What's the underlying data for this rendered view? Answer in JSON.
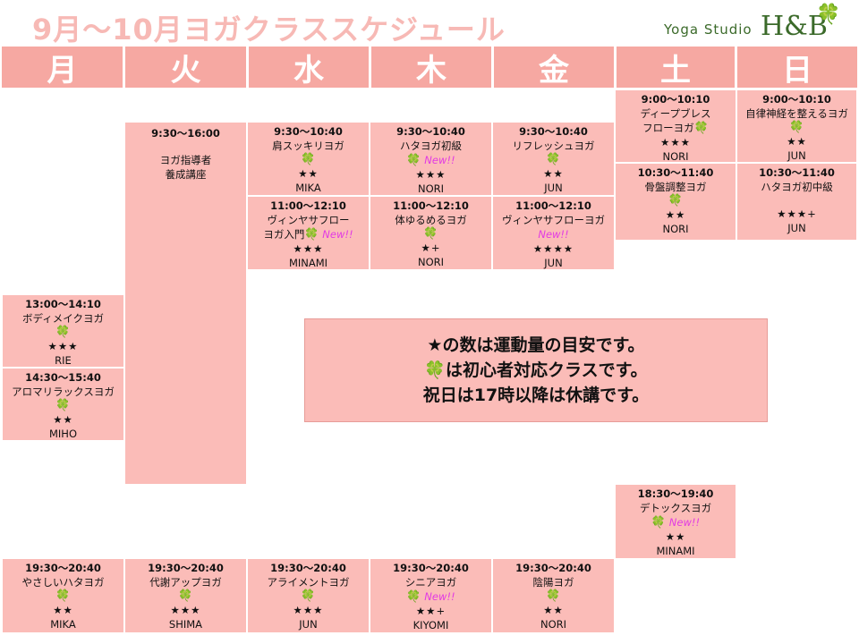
{
  "title": "9月～10月ヨガクラススケジュール",
  "logo": {
    "text": "Yoga Studio",
    "mark": "H&B"
  },
  "days": [
    "月",
    "火",
    "水",
    "木",
    "金",
    "土",
    "日"
  ],
  "note": [
    "★の数は運動量の目安です。",
    "🍀は初心者対応クラスです。",
    "祝日は17時以降は休講です。"
  ],
  "colors": {
    "header": "#f6a8a2",
    "cell": "#fbbcb8",
    "new": "#e23be3",
    "clover": "#3cb043"
  },
  "cells": {
    "sat1": {
      "time": "9:00～10:10",
      "name1": "ディープブレス",
      "name2": "フローヨガ",
      "stars": "★★★",
      "teacher": "NORI"
    },
    "sun1": {
      "time": "9:00～10:10",
      "name": "自律神経を整えるヨガ",
      "stars": "★★",
      "teacher": "JUN"
    },
    "tue_train": {
      "time": "9:30～16:00",
      "name1": "ヨガ指導者",
      "name2": "養成講座"
    },
    "wed1": {
      "time": "9:30～10:40",
      "name": "肩スッキリヨガ",
      "stars": "★★",
      "teacher": "MIKA"
    },
    "thu1": {
      "time": "9:30～10:40",
      "name": "ハタヨガ初級",
      "new": "New!!",
      "stars": "★★★",
      "teacher": "NORI"
    },
    "fri1": {
      "time": "9:30～10:40",
      "name": "リフレッシュヨガ",
      "stars": "★★",
      "teacher": "JUN"
    },
    "sat2": {
      "time": "10:30～11:40",
      "name": "骨盤調整ヨガ",
      "stars": "★★",
      "teacher": "NORI"
    },
    "sun2": {
      "time": "10:30～11:40",
      "name": "ハタヨガ初中級",
      "stars": "★★★+",
      "teacher": "JUN"
    },
    "wed2": {
      "time": "11:00～12:10",
      "name1": "ヴィンヤサフロー",
      "name2": "ヨガ入門",
      "new": "New!!",
      "stars": "★★★",
      "teacher": "MINAMI"
    },
    "thu2": {
      "time": "11:00～12:10",
      "name": "体ゆるめるヨガ",
      "stars": "★+",
      "teacher": "NORI"
    },
    "fri2": {
      "time": "11:00～12:10",
      "name": "ヴィンヤサフローヨガ",
      "new": "New!!",
      "stars": "★★★★",
      "teacher": "JUN"
    },
    "mon1": {
      "time": "13:00～14:10",
      "name": "ボディメイクヨガ",
      "stars": "★★★",
      "teacher": "RIE"
    },
    "mon2": {
      "time": "14:30～15:40",
      "name": "アロマリラックスヨガ",
      "stars": "★★",
      "teacher": "MIHO"
    },
    "sat3": {
      "time": "18:30～19:40",
      "name": "デトックスヨガ",
      "new": "New!!",
      "stars": "★★",
      "teacher": "MINAMI"
    },
    "mon3": {
      "time": "19:30～20:40",
      "name": "やさしいハタヨガ",
      "stars": "★★",
      "teacher": "MIKA"
    },
    "tue3": {
      "time": "19:30～20:40",
      "name": "代謝アップヨガ",
      "stars": "★★★",
      "teacher": "SHIMA"
    },
    "wed3": {
      "time": "19:30～20:40",
      "name": "アライメントヨガ",
      "stars": "★★★",
      "teacher": "JUN"
    },
    "thu3": {
      "time": "19:30～20:40",
      "name": "シニアヨガ",
      "new": "New!!",
      "stars": "★★+",
      "teacher": "KIYOMI"
    },
    "fri3": {
      "time": "19:30～20:40",
      "name": "陰陽ヨガ",
      "stars": "★★",
      "teacher": "NORI"
    }
  }
}
